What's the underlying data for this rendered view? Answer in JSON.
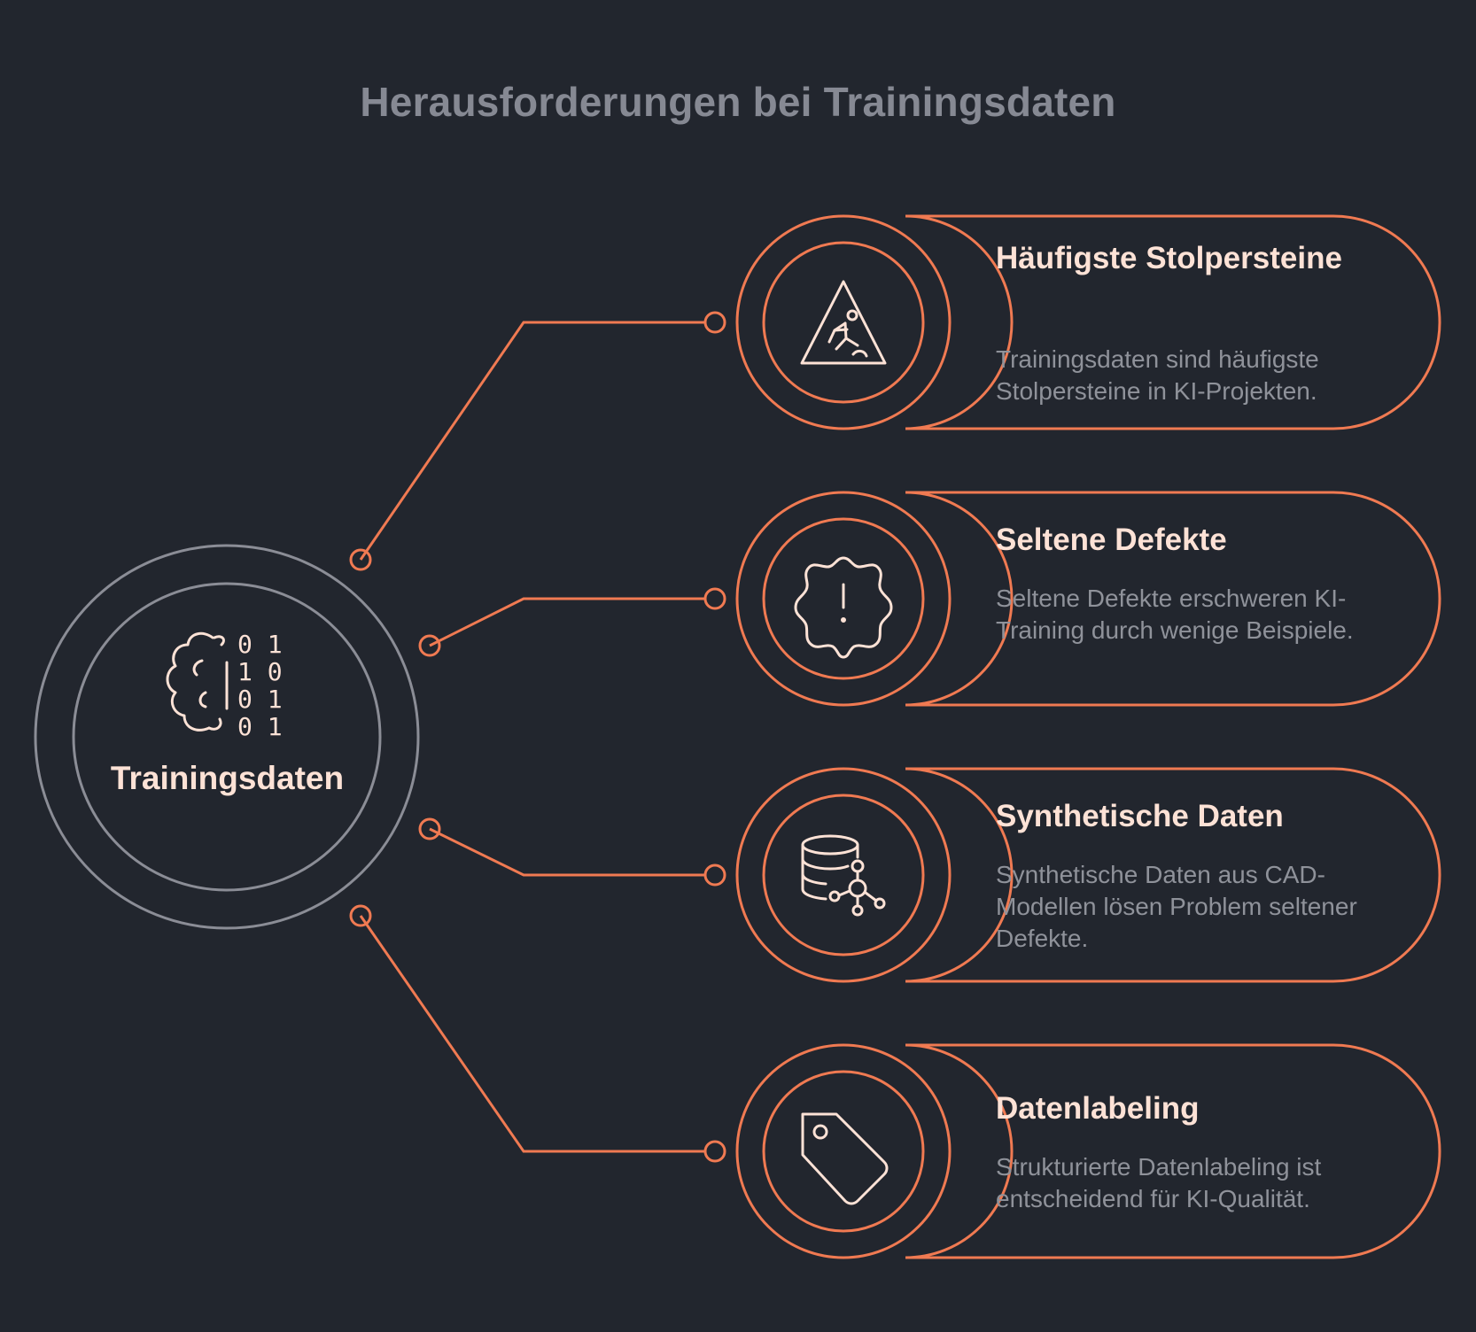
{
  "title": "Herausforderungen bei Trainingsdaten",
  "center": {
    "label": "Trainingsdaten",
    "icon": "brain-binary-icon",
    "binary_rows": [
      "0 1",
      "1 0",
      "0 1",
      "0 1"
    ]
  },
  "items": [
    {
      "title": "Häufigste Stolpersteine",
      "description": "Trainingsdaten sind häufigste Stolpersteine in KI-Projekten.",
      "icon": "warning-person-slipping-icon"
    },
    {
      "title": "Seltene Defekte",
      "description": "Seltene Defekte erschweren KI-Training durch wenige Beispiele.",
      "icon": "alert-badge-icon"
    },
    {
      "title": "Synthetische Daten",
      "description": "Synthetische Daten aus CAD-Modellen lösen Problem seltener Defekte.",
      "icon": "database-network-icon"
    },
    {
      "title": "Datenlabeling",
      "description": "Strukturierte Datenlabeling ist entscheidend für KI-Qualität.",
      "icon": "tag-icon"
    }
  ],
  "colors": {
    "background": "#22262e",
    "accent": "#f07a52",
    "center_ring": "#8b8d96",
    "heading_text": "#fde2d6",
    "body_text": "#8f929a",
    "title_text": "#868993"
  }
}
